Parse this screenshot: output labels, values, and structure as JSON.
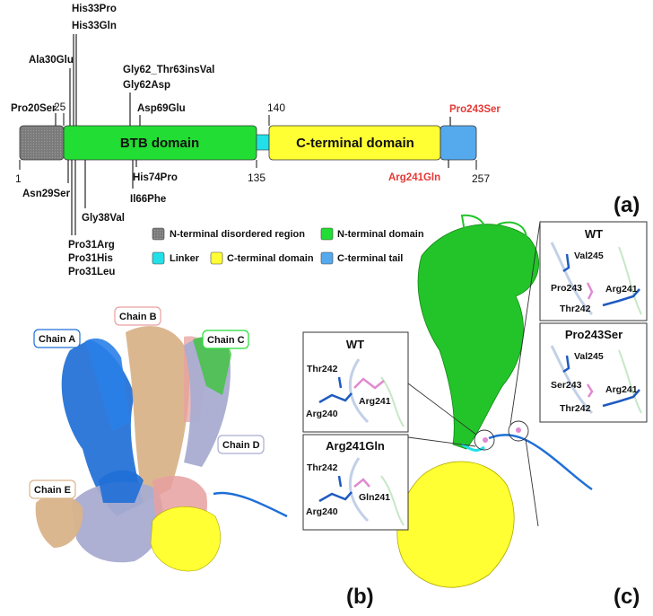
{
  "colors": {
    "disordered": "#808080",
    "n_terminal": "#22dd33",
    "linker": "#22e0e8",
    "c_terminal": "#ffff33",
    "c_tail": "#55aaee",
    "mutation_red": "#e53935"
  },
  "domain_bar": {
    "domains": [
      {
        "key": "disordered",
        "start": 1,
        "end": 25,
        "label": ""
      },
      {
        "key": "n_terminal",
        "start": 25,
        "end": 135,
        "label": "BTB domain"
      },
      {
        "key": "linker",
        "start": 135,
        "end": 140,
        "label": ""
      },
      {
        "key": "c_terminal",
        "start": 140,
        "end": 241,
        "label": "C-terminal domain"
      },
      {
        "key": "c_tail",
        "start": 241,
        "end": 257,
        "label": ""
      }
    ],
    "positions_top": [
      "25",
      "140"
    ],
    "positions_bottom": [
      "1",
      "135",
      "257"
    ]
  },
  "mutations_top": [
    {
      "lines": [
        "Pro20Ser"
      ],
      "red": false
    },
    {
      "lines": [
        "Ala30Glu"
      ],
      "red": false
    },
    {
      "lines": [
        "His33Pro",
        "His33Gln"
      ],
      "red": false
    },
    {
      "lines": [
        "Gly62_Thr63insVal",
        "Gly62Asp"
      ],
      "red": false
    },
    {
      "lines": [
        "Asp69Glu"
      ],
      "red": false
    },
    {
      "lines": [
        "Pro243Ser"
      ],
      "red": true
    }
  ],
  "mutations_bottom": [
    {
      "lines": [
        "Asn29Ser"
      ],
      "red": false
    },
    {
      "lines": [
        "Pro31Arg",
        "Pro31His",
        "Pro31Leu"
      ],
      "red": false
    },
    {
      "lines": [
        "Gly38Val"
      ],
      "red": false
    },
    {
      "lines": [
        "Il66Phe"
      ],
      "red": false
    },
    {
      "lines": [
        "His74Pro"
      ],
      "red": false
    },
    {
      "lines": [
        "Arg241Gln"
      ],
      "red": true
    }
  ],
  "legend": [
    {
      "key": "disordered",
      "label": "N-terminal disordered region"
    },
    {
      "key": "n_terminal",
      "label": "N-terminal domain"
    },
    {
      "key": "linker",
      "label": "Linker"
    },
    {
      "key": "c_terminal",
      "label": "C-terminal domain"
    },
    {
      "key": "c_tail",
      "label": "C-terminal tail"
    }
  ],
  "panel_labels": [
    "(a)",
    "(b)",
    "(c)"
  ],
  "chains": [
    "Chain A",
    "Chain B",
    "Chain C",
    "Chain D",
    "Chain E"
  ],
  "insets": {
    "box1": {
      "title": "WT",
      "residues": [
        "Thr242",
        "Arg240",
        "Arg241"
      ]
    },
    "box2": {
      "title": "Arg241Gln",
      "residues": [
        "Thr242",
        "Arg240",
        "Gln241"
      ]
    },
    "box3": {
      "title": "WT",
      "residues": [
        "Val245",
        "Pro243",
        "Arg241",
        "Thr242"
      ]
    },
    "box4": {
      "title": "Pro243Ser",
      "residues": [
        "Val245",
        "Ser243",
        "Arg241",
        "Thr242"
      ]
    }
  }
}
